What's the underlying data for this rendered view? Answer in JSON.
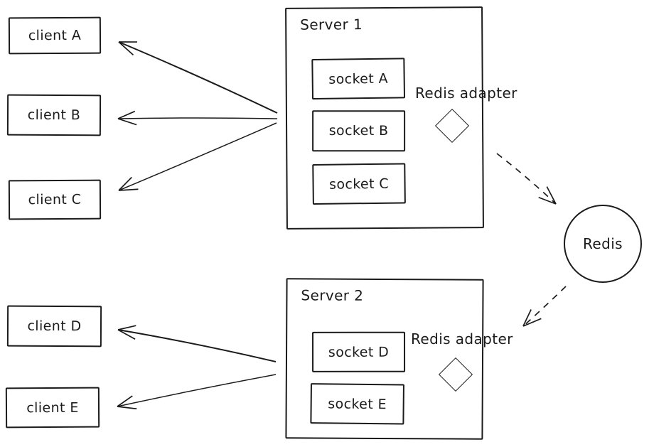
{
  "colors": {
    "ink": "#1b1b1b",
    "background": "#ffffff"
  },
  "clients": [
    {
      "label": "client A"
    },
    {
      "label": "client B"
    },
    {
      "label": "client C"
    },
    {
      "label": "client D"
    },
    {
      "label": "client E"
    }
  ],
  "servers": [
    {
      "title": "Server 1",
      "adapter_label": "Redis adapter",
      "sockets": [
        {
          "label": "socket A"
        },
        {
          "label": "socket B"
        },
        {
          "label": "socket C"
        }
      ]
    },
    {
      "title": "Server 2",
      "adapter_label": "Redis adapter",
      "sockets": [
        {
          "label": "socket D"
        },
        {
          "label": "socket E"
        }
      ]
    }
  ],
  "redis": {
    "label": "Redis"
  }
}
